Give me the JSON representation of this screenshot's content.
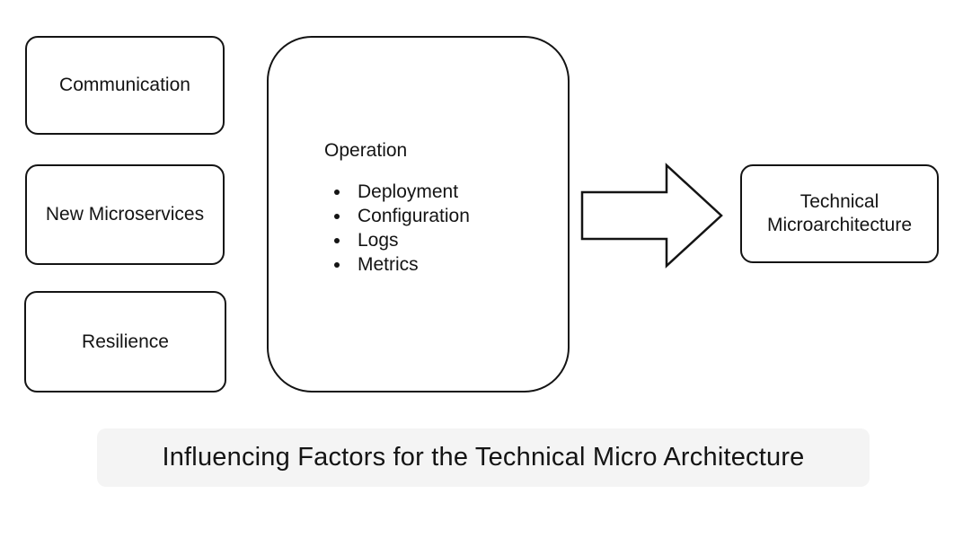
{
  "diagram": {
    "factors": [
      {
        "label": "Communication"
      },
      {
        "label": "New Microservices"
      },
      {
        "label": "Resilience"
      }
    ],
    "operation": {
      "title": "Operation",
      "items": [
        "Deployment",
        "Configuration",
        "Logs",
        "Metrics"
      ]
    },
    "arrow_icon": "block-arrow-right",
    "result": {
      "label": "Technical Microarchitecture"
    },
    "caption": "Influencing Factors for the Technical Micro Architecture",
    "colors": {
      "stroke": "#141414",
      "shape_fill": "#ffffff",
      "caption_bg": "#f4f4f4",
      "text": "#141414"
    }
  }
}
